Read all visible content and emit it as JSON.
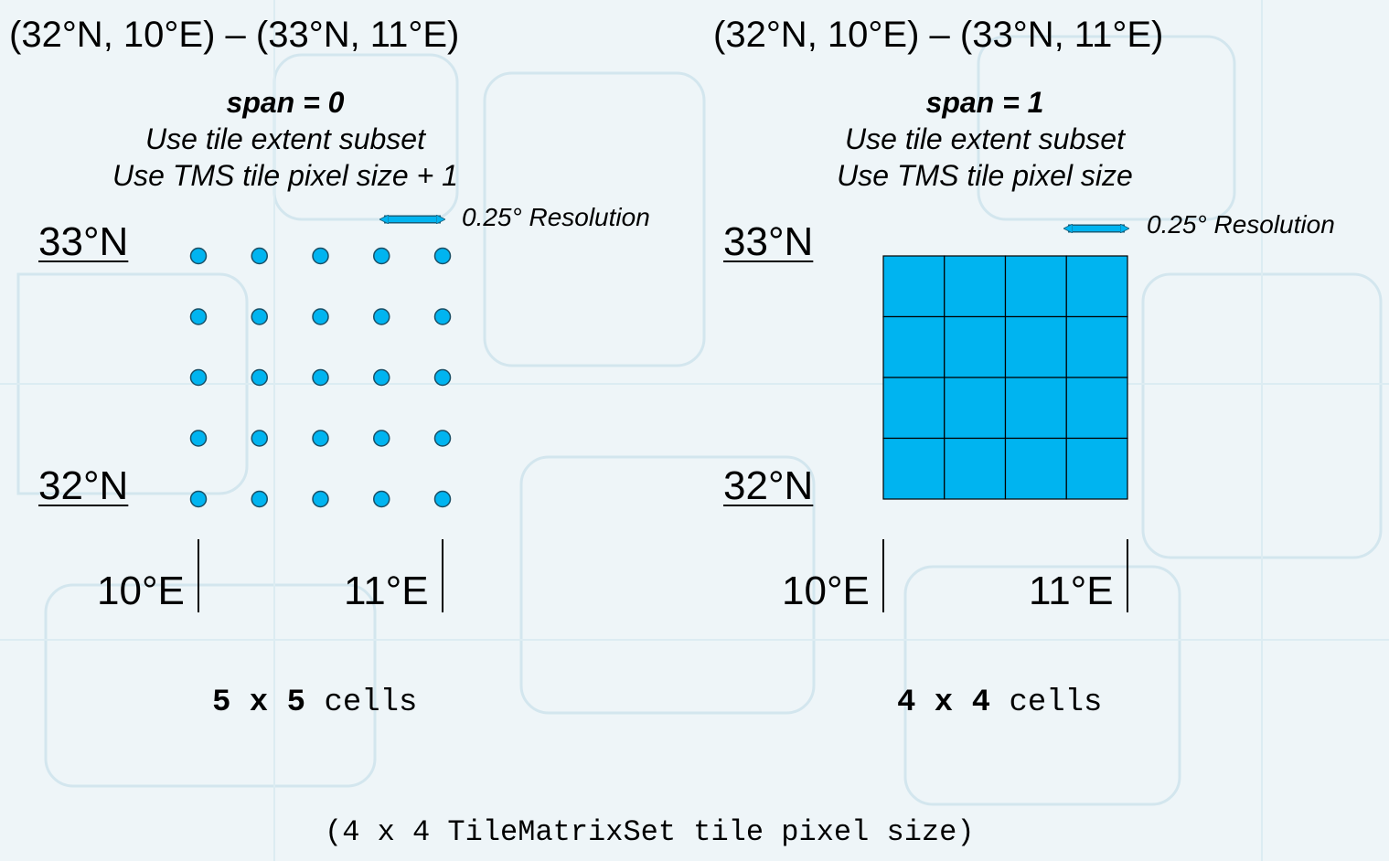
{
  "left_panel": {
    "bbox_text": "(32°N, 10°E) – (33°N, 11°E)",
    "span_label": "span = 0",
    "line1": "Use tile extent subset",
    "line2": "Use TMS tile pixel size + 1",
    "resolution": "0.25° Resolution",
    "lat_top": "33°N",
    "lat_bottom": "32°N",
    "lon_left": "10°E",
    "lon_right": "11°E",
    "cells_dims": "5 x 5",
    "cells_word": "cells",
    "grid": {
      "rows": 5,
      "cols": 5,
      "kind": "points"
    }
  },
  "right_panel": {
    "bbox_text": "(32°N, 10°E) – (33°N, 11°E)",
    "span_label": "span = 1",
    "line1": "Use tile extent subset",
    "line2": "Use TMS tile pixel size",
    "resolution": "0.25° Resolution",
    "lat_top": "33°N",
    "lat_bottom": "32°N",
    "lon_left": "10°E",
    "lon_right": "11°E",
    "cells_dims": "4 x 4",
    "cells_word": "cells",
    "grid": {
      "rows": 4,
      "cols": 4,
      "kind": "cells"
    }
  },
  "footer_note": "(4 x 4 TileMatrixSet tile pixel size)",
  "colors": {
    "accent": "#00b4f0",
    "background": "#eef5f8",
    "grid_line": "#000000"
  }
}
